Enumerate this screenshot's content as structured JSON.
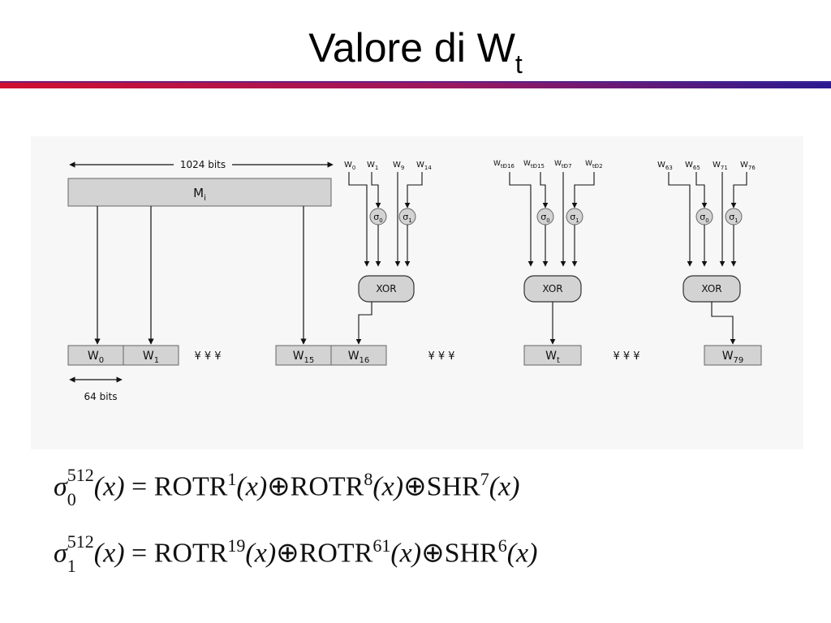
{
  "slide": {
    "title_main": "Valore di W",
    "title_sub": "t"
  },
  "diagram": {
    "width_label": "1024 bits",
    "block_label": "M",
    "block_sub": "i",
    "word_size_label": "64 bits",
    "ellipsis": "¥ ¥ ¥",
    "xor_label": "XOR",
    "sigma_symbol": "σ",
    "sigma0_sub": "0",
    "sigma1_sub": "1",
    "words_left": [
      {
        "base": "W",
        "sub": "0"
      },
      {
        "base": "W",
        "sub": "1"
      },
      {
        "base": "W",
        "sub": "15"
      },
      {
        "base": "W",
        "sub": "16"
      }
    ],
    "word_t": {
      "base": "W",
      "sub": "t"
    },
    "word_79": {
      "base": "W",
      "sub": "79"
    },
    "inputs_group1": [
      {
        "base": "W",
        "sub": "0"
      },
      {
        "base": "W",
        "sub": "1"
      },
      {
        "base": "W",
        "sub": "9"
      },
      {
        "base": "W",
        "sub": "14"
      }
    ],
    "inputs_group2": [
      {
        "base": "W",
        "sub": "tÐ16"
      },
      {
        "base": "W",
        "sub": "tÐ15"
      },
      {
        "base": "W",
        "sub": "tÐ7"
      },
      {
        "base": "W",
        "sub": "tÐ2"
      }
    ],
    "inputs_group3": [
      {
        "base": "W",
        "sub": "63"
      },
      {
        "base": "W",
        "sub": "65"
      },
      {
        "base": "W",
        "sub": "71"
      },
      {
        "base": "W",
        "sub": "76"
      }
    ]
  },
  "formulas": {
    "sigma0": {
      "symbol": "σ",
      "sup": "512",
      "sub": "0",
      "lhs_arg": "(x)",
      "equals": "=",
      "xor": "⊕",
      "rotr": "ROTR",
      "shr": "SHR",
      "arg": "(x)",
      "rotr_a": "1",
      "rotr_b": "8",
      "shr_n": "7"
    },
    "sigma1": {
      "symbol": "σ",
      "sup": "512",
      "sub": "1",
      "lhs_arg": "(x)",
      "equals": "=",
      "xor": "⊕",
      "rotr": "ROTR",
      "shr": "SHR",
      "arg": "(x)",
      "rotr_a": "19",
      "rotr_b": "61",
      "shr_n": "6"
    }
  },
  "colors": {
    "rule_top": "#d01030",
    "rule_bottom": "#2a1a90",
    "block_fill": "#d3d3d3",
    "panel_bg": "#f7f7f7"
  }
}
